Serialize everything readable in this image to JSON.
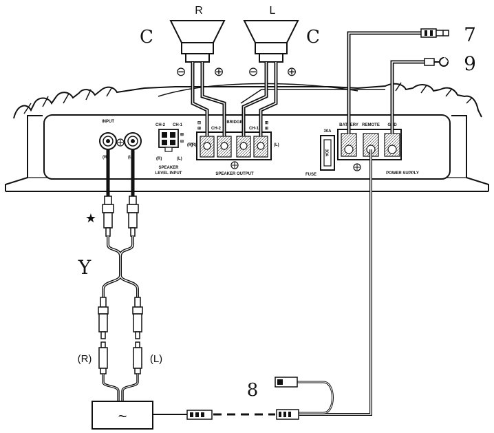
{
  "speakers": {
    "right_label": "R",
    "left_label": "L",
    "callout": "C",
    "minus": "⊖",
    "plus": "⊕"
  },
  "amp": {
    "input_label": "INPUT",
    "input_r": "(R)",
    "input_l": "(L)",
    "ch2": "CH-2",
    "ch1": "CH-1",
    "speaker_level_input": [
      "SPEAKER",
      "LEVEL INPUT"
    ],
    "sli_r": "(R)",
    "sli_l": "(L)",
    "bridge": "BRIDGE",
    "spk_ch2": "CH-2",
    "spk_ch1": "CH-1",
    "spk_r": "(R)",
    "spk_l": "(L)",
    "speaker_output": "SPEAKER OUTPUT",
    "fuse_rating": "30A",
    "fuse_inner": "30A",
    "fuse_label": "FUSE",
    "battery": "BATTERY",
    "remote": "REMOTE",
    "gnd": "GND",
    "power_supply": "POWER SUPPLY"
  },
  "callouts": {
    "battery_wire": "7",
    "ground_wire": "9",
    "remote_wire": "8",
    "y_cable": "Y",
    "star": "★"
  },
  "source": {
    "r_label": "(R)",
    "l_label": "(L)",
    "symbol": "~"
  }
}
